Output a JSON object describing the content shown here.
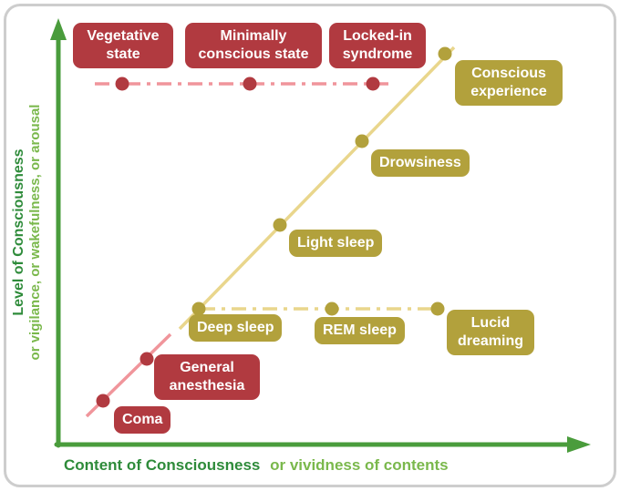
{
  "colors": {
    "red": "#b13a40",
    "gold": "#b2a13c",
    "pink-line": "#f0959b",
    "gold-line": "#e9d68c",
    "green": "#4a9c3c",
    "green-dark": "#2e8b3a",
    "green-light": "#7ab84c"
  },
  "axes": {
    "y_title": "Level of Consciousness",
    "y_subtitle": "or vigilance, or wakefulness, or arousal",
    "x_title": "Content of Consciousness",
    "x_subtitle": "or vividness of contents"
  },
  "states": {
    "vegetative": "Vegetative state",
    "minimally_conscious": "Minimally conscious state",
    "locked_in": "Locked-in syndrome",
    "conscious_experience": "Conscious experience",
    "drowsiness": "Drowsiness",
    "light_sleep": "Light sleep",
    "deep_sleep": "Deep sleep",
    "rem_sleep": "REM sleep",
    "lucid_dreaming": "Lucid dreaming",
    "general_anesthesia": "General anesthesia",
    "coma": "Coma"
  }
}
